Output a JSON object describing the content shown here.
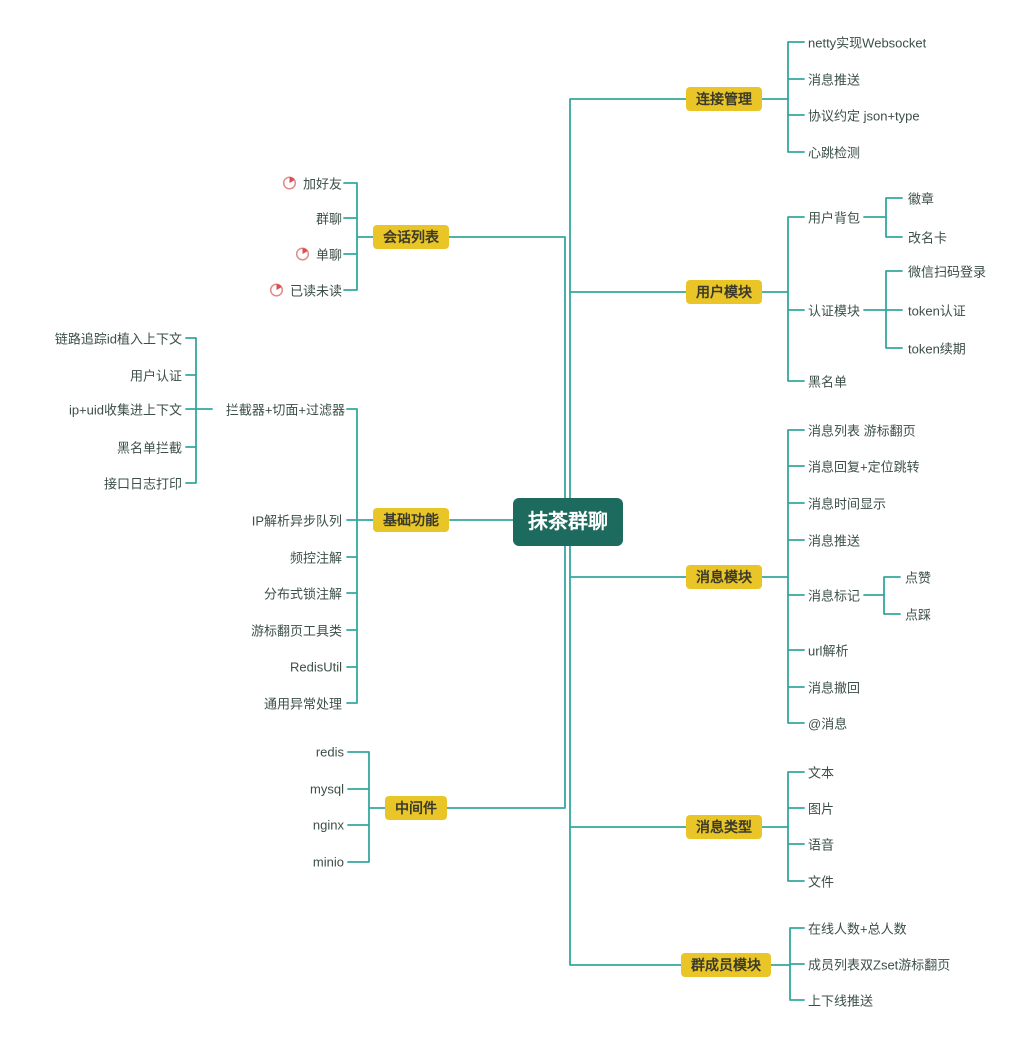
{
  "palette": {
    "central_bg": "#1c6b5e",
    "branch_bg": "#e9c527",
    "line_color": "#35a79c",
    "icon_color": "#d94f4f"
  },
  "root": {
    "label": "抹茶群聊"
  },
  "right": [
    {
      "label": "连接管理",
      "children": [
        {
          "label": "netty实现Websocket"
        },
        {
          "label": "消息推送"
        },
        {
          "label": "协议约定 json+type"
        },
        {
          "label": "心跳检测"
        }
      ]
    },
    {
      "label": "用户模块",
      "children": [
        {
          "label": "用户背包",
          "children": [
            {
              "label": "徽章"
            },
            {
              "label": "改名卡"
            }
          ]
        },
        {
          "label": "认证模块",
          "children": [
            {
              "label": "微信扫码登录"
            },
            {
              "label": "token认证"
            },
            {
              "label": "token续期"
            }
          ]
        },
        {
          "label": "黑名单"
        }
      ]
    },
    {
      "label": "消息模块",
      "children": [
        {
          "label": "消息列表 游标翻页"
        },
        {
          "label": "消息回复+定位跳转"
        },
        {
          "label": "消息时间显示"
        },
        {
          "label": "消息推送"
        },
        {
          "label": "消息标记",
          "children": [
            {
              "label": "点赞"
            },
            {
              "label": "点踩"
            }
          ]
        },
        {
          "label": "url解析"
        },
        {
          "label": "消息撤回"
        },
        {
          "label": "@消息"
        }
      ]
    },
    {
      "label": "消息类型",
      "children": [
        {
          "label": "文本"
        },
        {
          "label": "图片"
        },
        {
          "label": "语音"
        },
        {
          "label": "文件"
        }
      ]
    },
    {
      "label": "群成员模块",
      "children": [
        {
          "label": "在线人数+总人数"
        },
        {
          "label": "成员列表双Zset游标翻页"
        },
        {
          "label": "上下线推送"
        }
      ]
    }
  ],
  "left": [
    {
      "label": "会话列表",
      "children": [
        {
          "label": "加好友",
          "icon": "progress-icon"
        },
        {
          "label": "群聊"
        },
        {
          "label": "单聊",
          "icon": "progress-icon"
        },
        {
          "label": "已读未读",
          "icon": "progress-icon"
        }
      ]
    },
    {
      "label": "基础功能",
      "children": [
        {
          "label": "拦截器+切面+过滤器",
          "children": [
            {
              "label": "链路追踪id植入上下文"
            },
            {
              "label": "用户认证"
            },
            {
              "label": "ip+uid收集进上下文"
            },
            {
              "label": "黑名单拦截"
            },
            {
              "label": "接口日志打印"
            }
          ]
        },
        {
          "label": "IP解析异步队列"
        },
        {
          "label": "频控注解"
        },
        {
          "label": "分布式锁注解"
        },
        {
          "label": "游标翻页工具类"
        },
        {
          "label": "RedisUtil"
        },
        {
          "label": "通用异常处理"
        }
      ]
    },
    {
      "label": "中间件",
      "children": [
        {
          "label": "redis"
        },
        {
          "label": "mysql"
        },
        {
          "label": "nginx"
        },
        {
          "label": "minio"
        }
      ]
    }
  ]
}
